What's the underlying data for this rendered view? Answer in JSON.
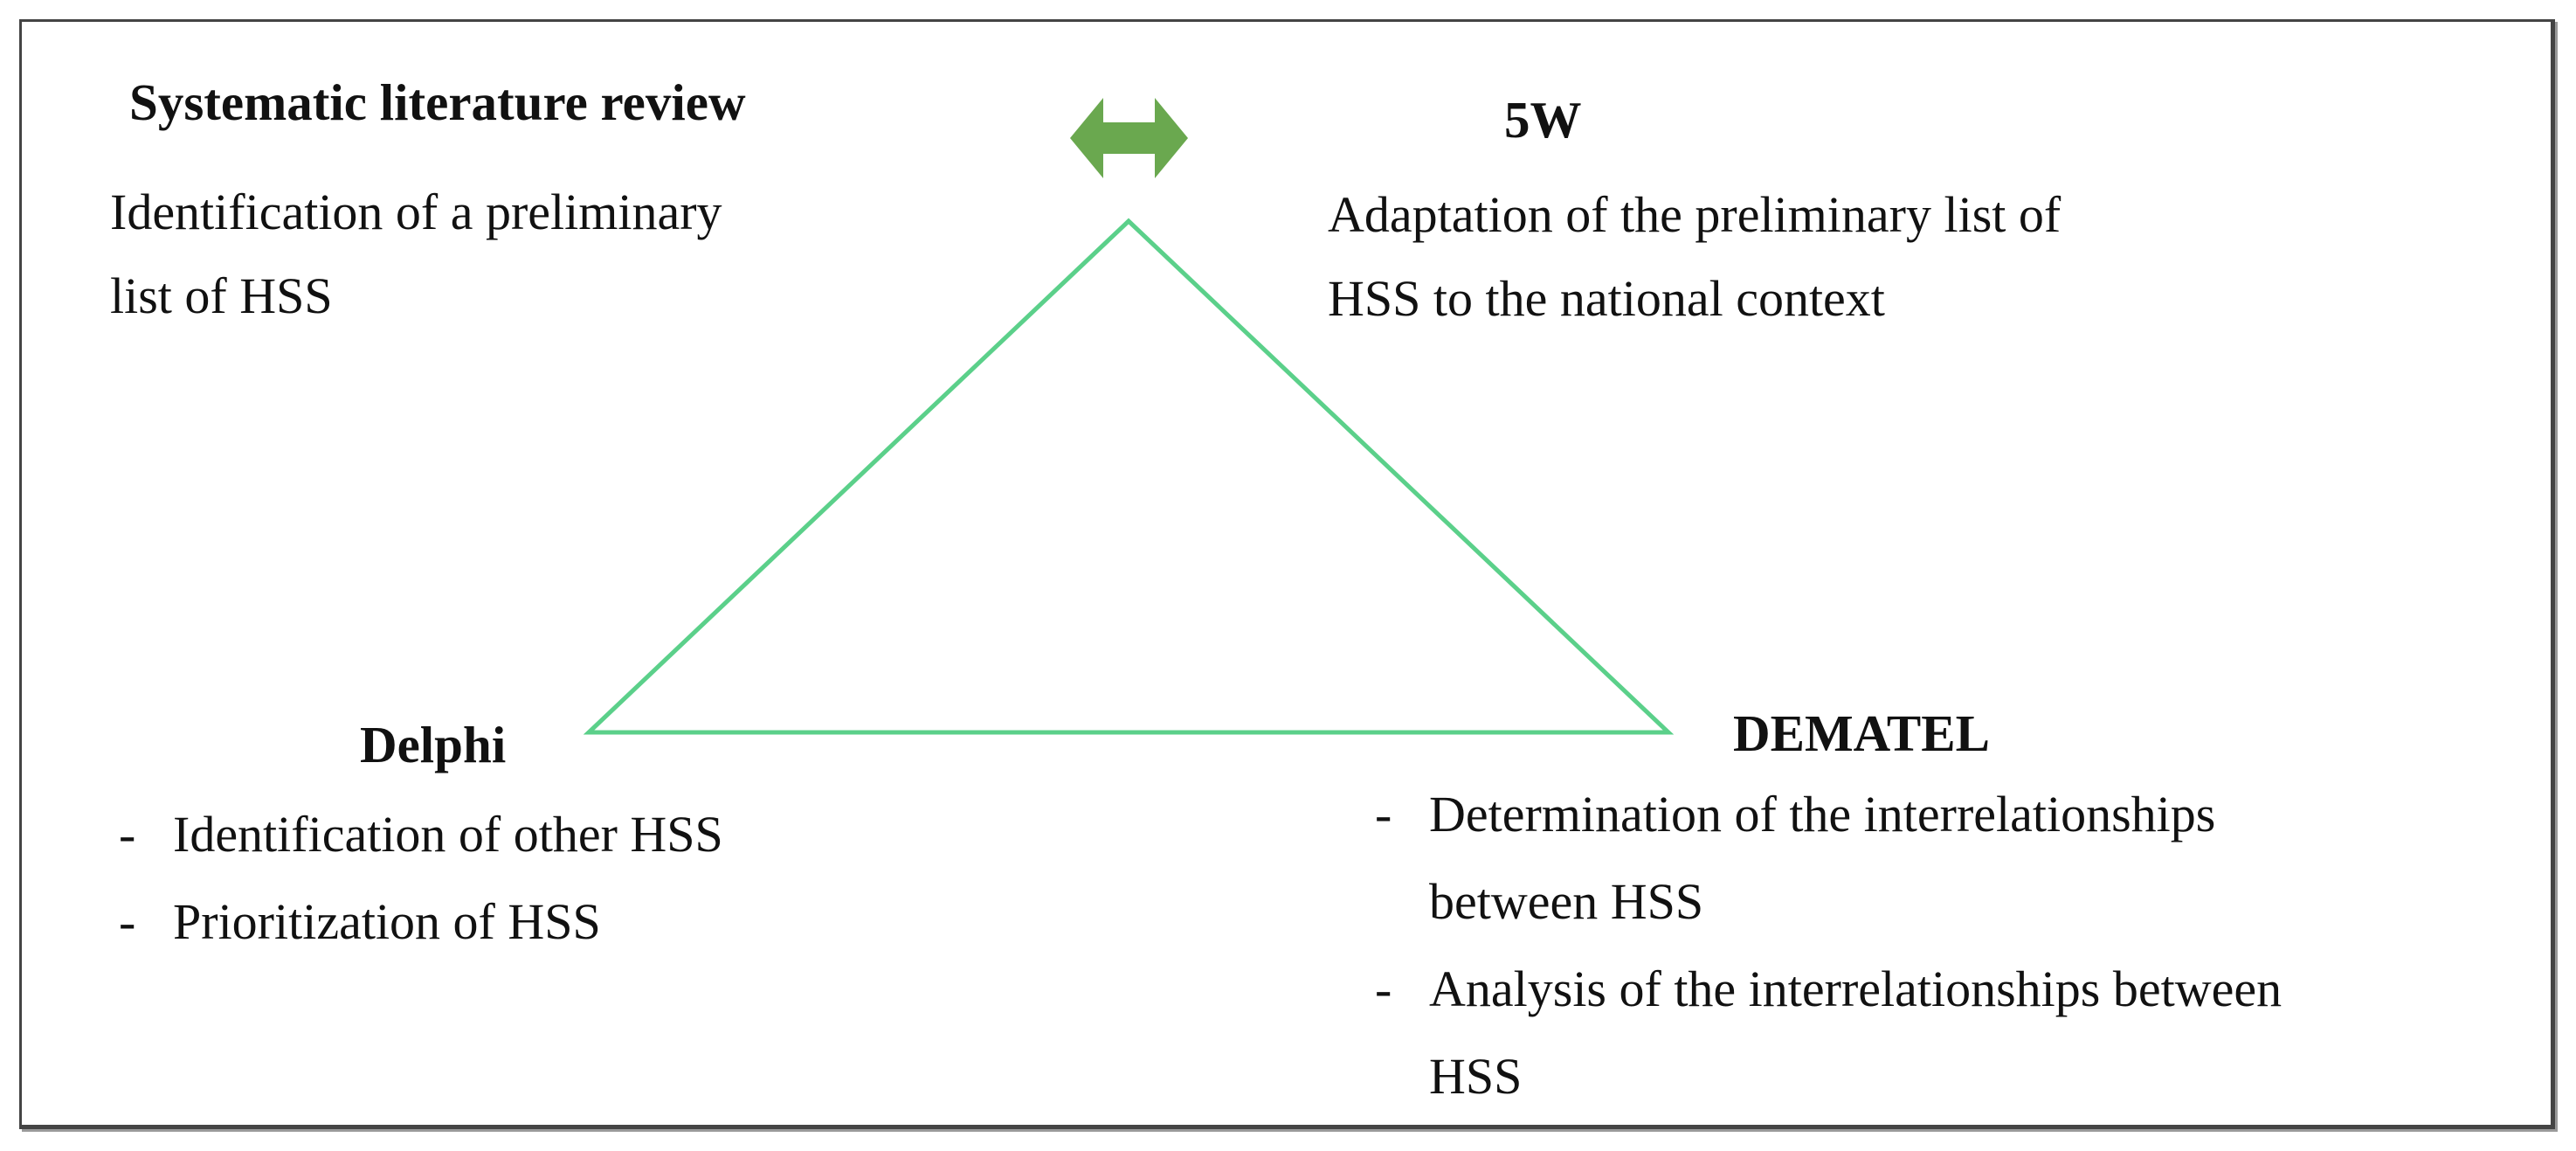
{
  "top_left": {
    "title": "Systematic literature review",
    "description_lines": [
      "Identification of a preliminary",
      "list of HSS"
    ]
  },
  "top_right": {
    "title": "5W",
    "description_lines": [
      "Adaptation of the preliminary list of",
      "HSS to the national context"
    ]
  },
  "bottom_left": {
    "title": "Delphi",
    "items": [
      "Identification of other HSS",
      "Prioritization of HSS"
    ]
  },
  "bottom_right": {
    "title": "DEMATEL",
    "items": [
      [
        "Determination of the interrelationships",
        "between HSS"
      ],
      [
        "Analysis of the interrelationships between",
        "HSS"
      ]
    ]
  },
  "colors": {
    "triangle": "#5bd08a",
    "arrow": "#6aa84f"
  },
  "icons": {
    "top_connector": "double-headed-arrow-icon"
  }
}
